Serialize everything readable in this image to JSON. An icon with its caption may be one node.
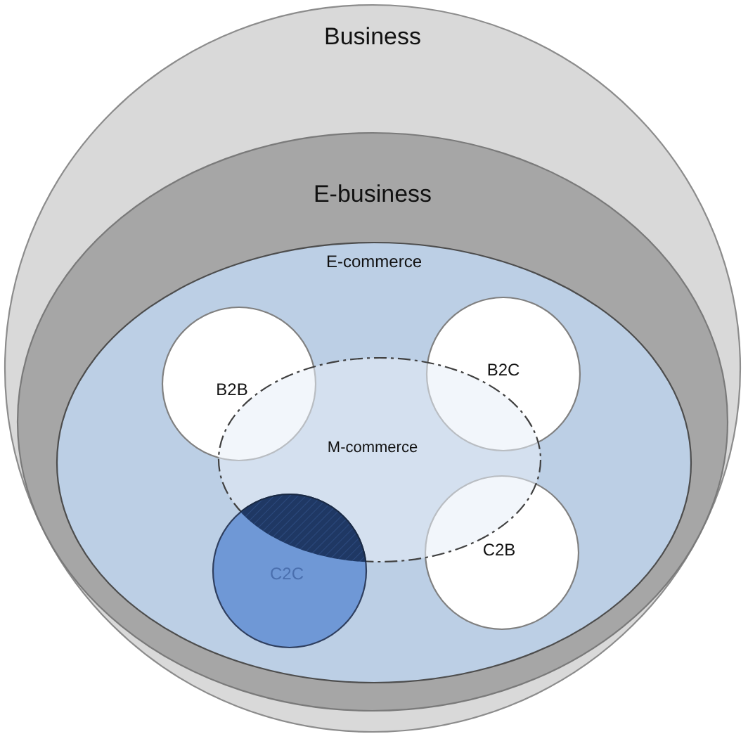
{
  "diagram": {
    "nodes": [
      {
        "text": [
          "Business"
        ]
      },
      {
        "text": [
          "E-business"
        ],
        "in": 0
      },
      {
        "text": [
          "E-commerce"
        ],
        "in": 1
      },
      {
        "text": [
          "B2B"
        ],
        "in": 2
      },
      {
        "text": [
          "B2C"
        ],
        "in": 2
      },
      {
        "text": [
          "M-commerce"
        ],
        "in": 2
      },
      {
        "text": [
          "C2C"
        ],
        "in": 2
      },
      {
        "text": [
          "C2B"
        ],
        "in": 2
      }
    ]
  }
}
